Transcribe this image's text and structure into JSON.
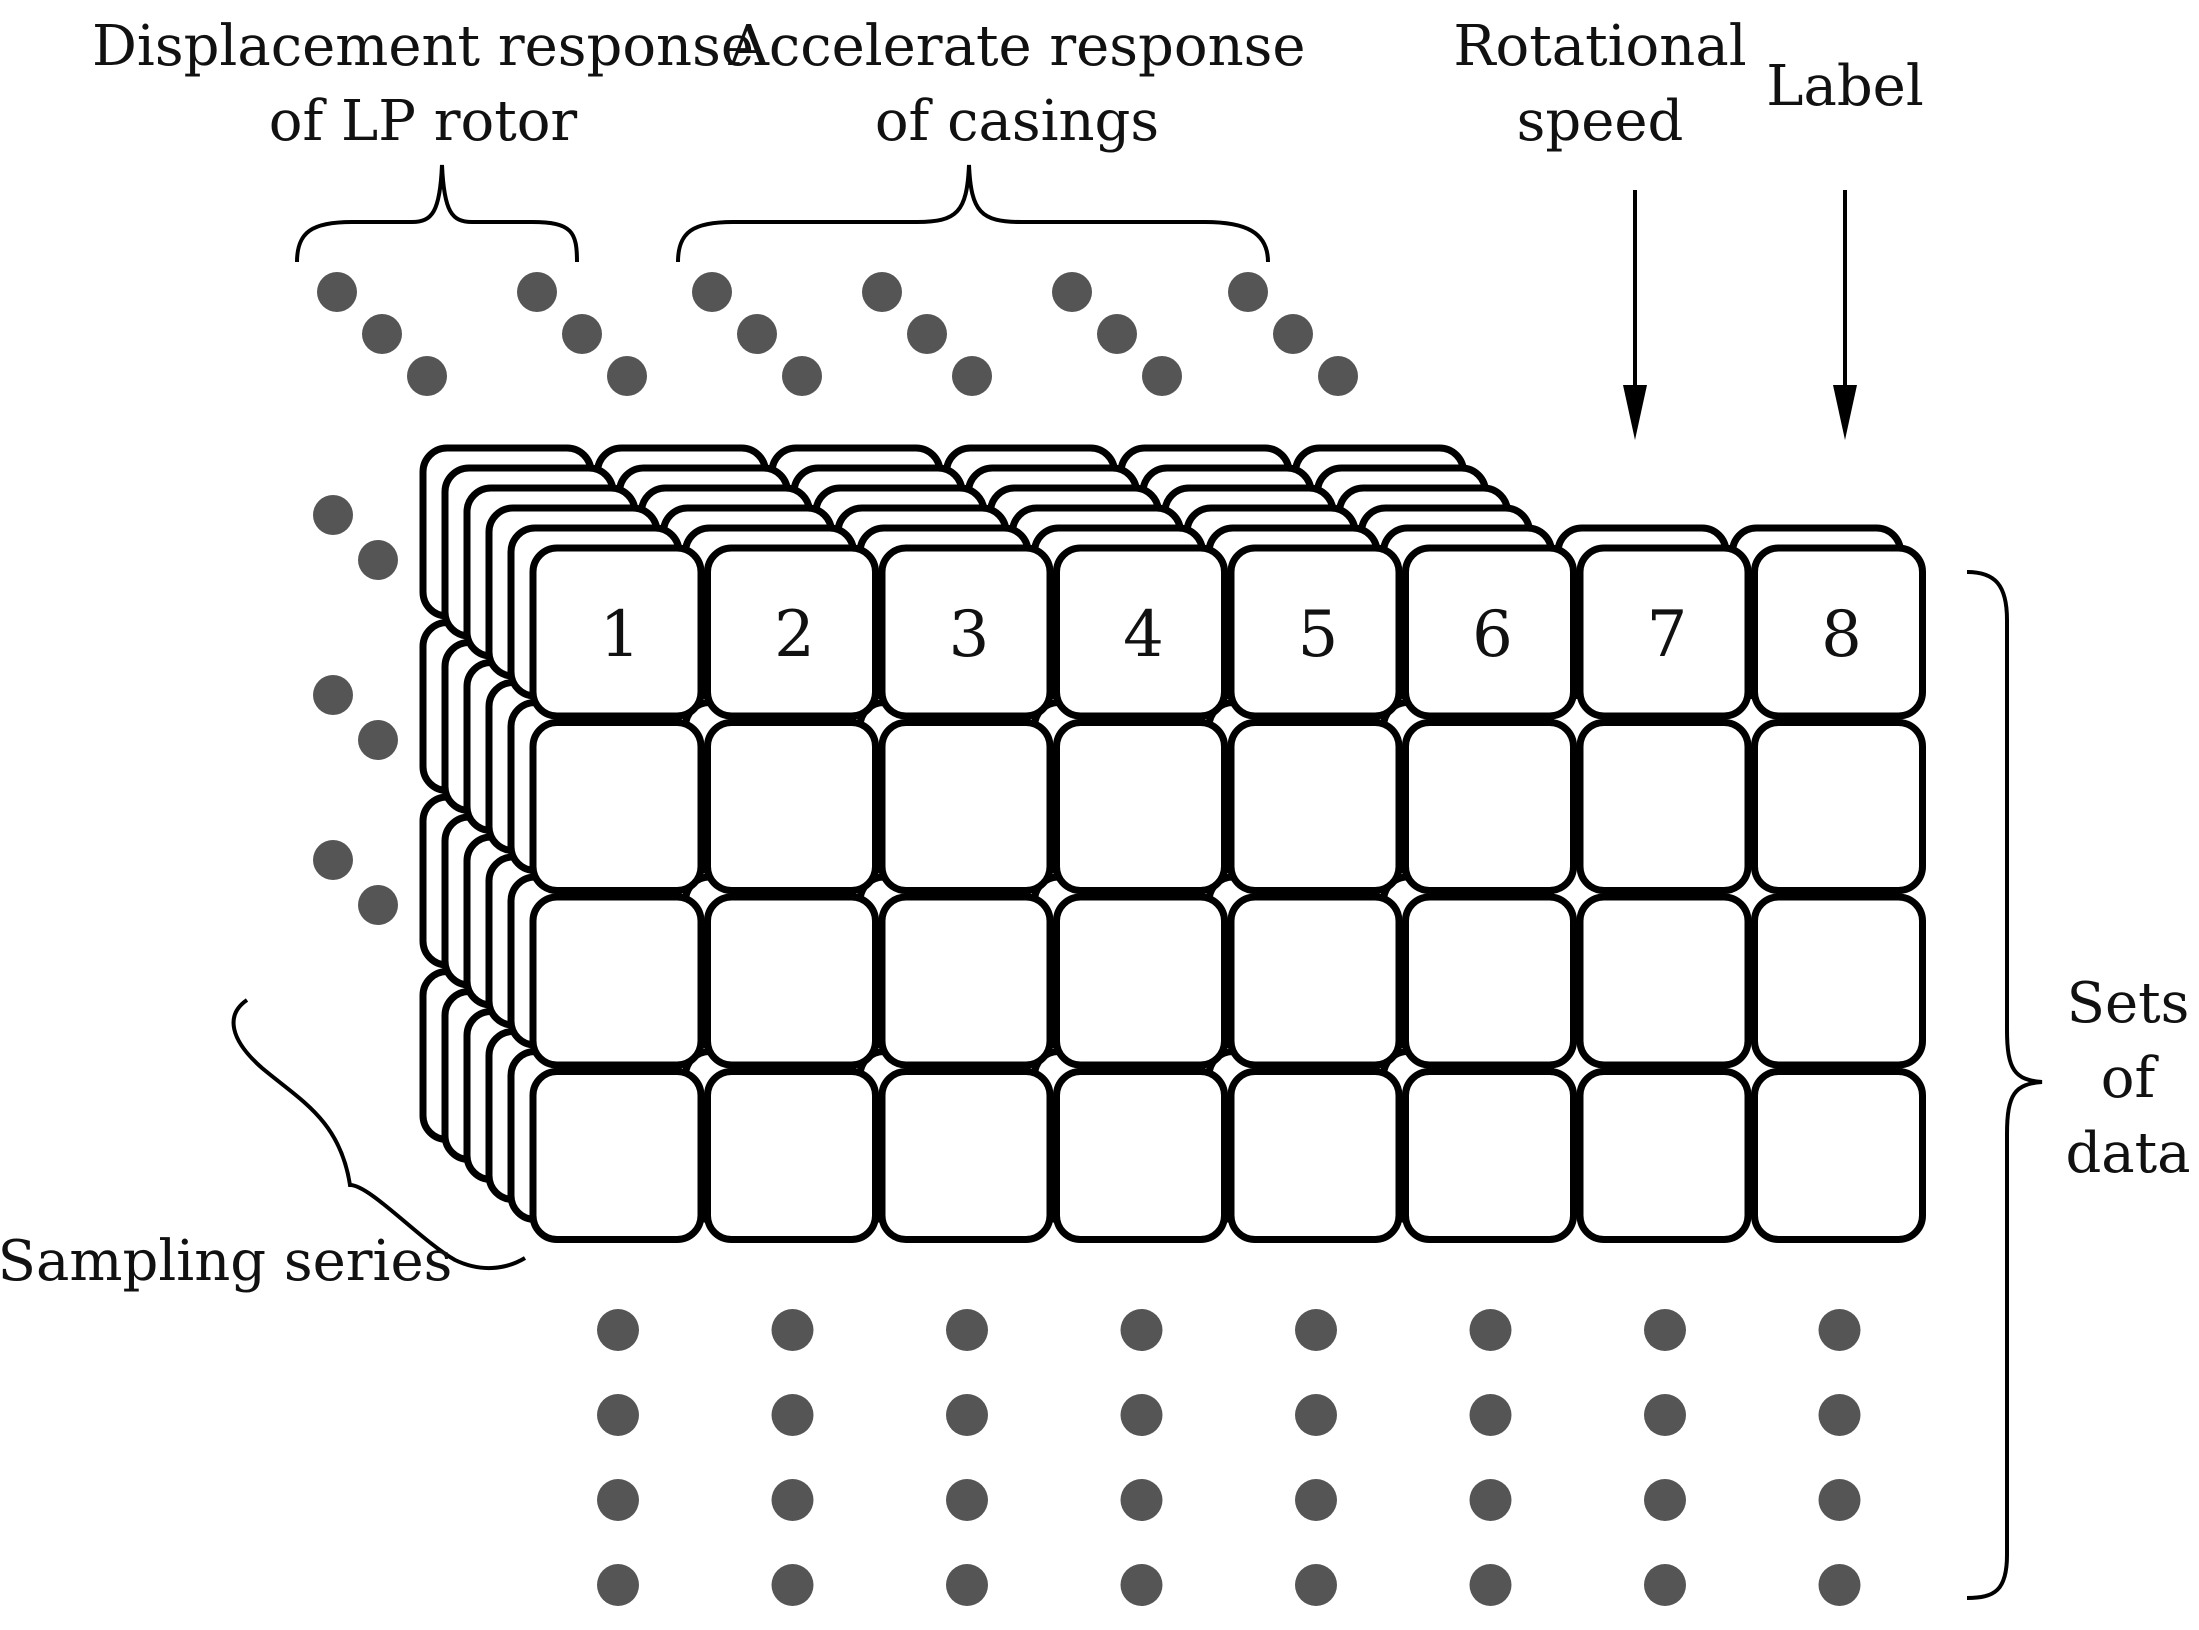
{
  "labels": {
    "displacement_line1": "Displacement response",
    "displacement_line2": "of LP rotor",
    "accelerate_line1": "Accelerate response",
    "accelerate_line2": "of casings",
    "rotational_line1": "Rotational",
    "rotational_line2": "speed",
    "label": "Label",
    "sampling_series": "Sampling series",
    "sets_line1": "Sets",
    "sets_line2": "of",
    "sets_line3": "data"
  },
  "columns": [
    "1",
    "2",
    "3",
    "4",
    "5",
    "6",
    "7",
    "8"
  ],
  "colors": {
    "stroke": "#000000",
    "dot": "#555555",
    "text": "#111111"
  }
}
